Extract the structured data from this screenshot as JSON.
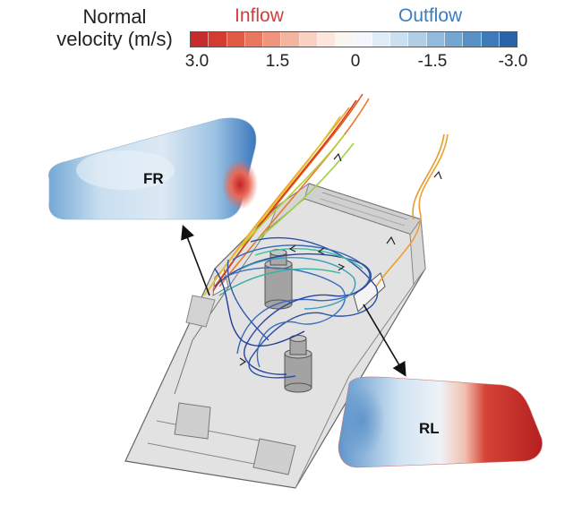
{
  "legend": {
    "title_line1": "Normal",
    "title_line2": "velocity (m/s)",
    "inflow_label": "Inflow",
    "outflow_label": "Outflow",
    "ticks": [
      "3.0",
      "1.5",
      "0",
      "-1.5",
      "-3.0"
    ],
    "colors": {
      "inflow": "#c62828",
      "neutral": "#f7f7f7",
      "outflow": "#1f5fa8"
    }
  },
  "panels": {
    "front_right": "FR",
    "rear_left": "RL"
  }
}
